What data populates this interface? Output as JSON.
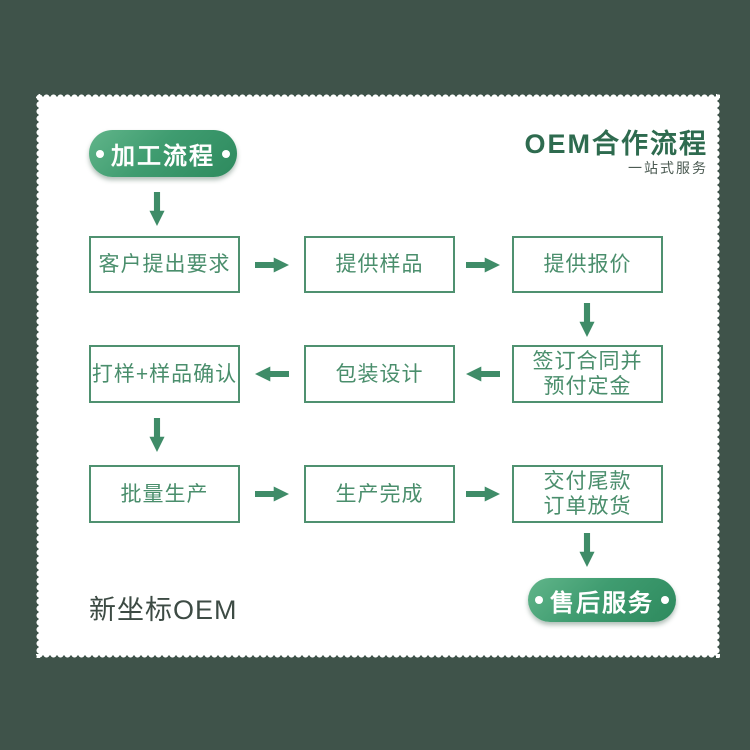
{
  "header": {
    "title": "OEM合作流程",
    "subtitle": "一站式服务"
  },
  "badges": {
    "start": "加工流程",
    "end": "售后服务"
  },
  "flow_rows": [
    {
      "direction": "right",
      "boxes": [
        [
          "客户提出要求"
        ],
        [
          "提供样品"
        ],
        [
          "提供报价"
        ]
      ]
    },
    {
      "direction": "left",
      "boxes": [
        [
          "打样+样品确认"
        ],
        [
          "包装设计"
        ],
        [
          "签订合同并",
          "预付定金"
        ]
      ]
    },
    {
      "direction": "right",
      "boxes": [
        [
          "批量生产"
        ],
        [
          "生产完成"
        ],
        [
          "交付尾款",
          "订单放货"
        ]
      ]
    }
  ],
  "footer": {
    "brand": "新坐标OEM"
  },
  "colors": {
    "background": "#3f534a",
    "card": "#ffffff",
    "title_green": "#2e6b4f",
    "subtitle_gray": "#4c5b53",
    "box_border_green": "#4f9170",
    "box_text_green": "#4a8e6c",
    "arrow_green": "#3f8c68",
    "pill_gradient_start": "#61b58a",
    "pill_gradient_end": "#2e8a5e",
    "pill_text": "#ffffff",
    "brand_text": "#3d4b44"
  }
}
